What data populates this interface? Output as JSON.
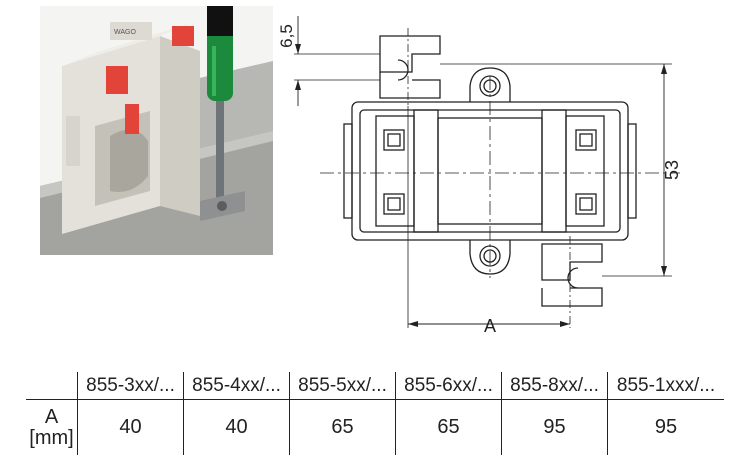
{
  "dimensions": {
    "top_offset": "6,5",
    "height": "53",
    "width_label": "A"
  },
  "table": {
    "row_label_line1": "A",
    "row_label_line2": "[mm]",
    "columns": [
      {
        "header": "855-3xx/...",
        "value": "40"
      },
      {
        "header": "855-4xx/...",
        "value": "40"
      },
      {
        "header": "855-5xx/...",
        "value": "65"
      },
      {
        "header": "855-6xx/...",
        "value": "65"
      },
      {
        "header": "855-8xx/...",
        "value": "95"
      },
      {
        "header": "855-1xxx/...",
        "value": "95"
      }
    ]
  },
  "colors": {
    "housing": "#e8e6e0",
    "clamp_orange": "#e2443a",
    "screwdriver_green": "#1b8a3c",
    "rail": "#a9a9a5"
  }
}
